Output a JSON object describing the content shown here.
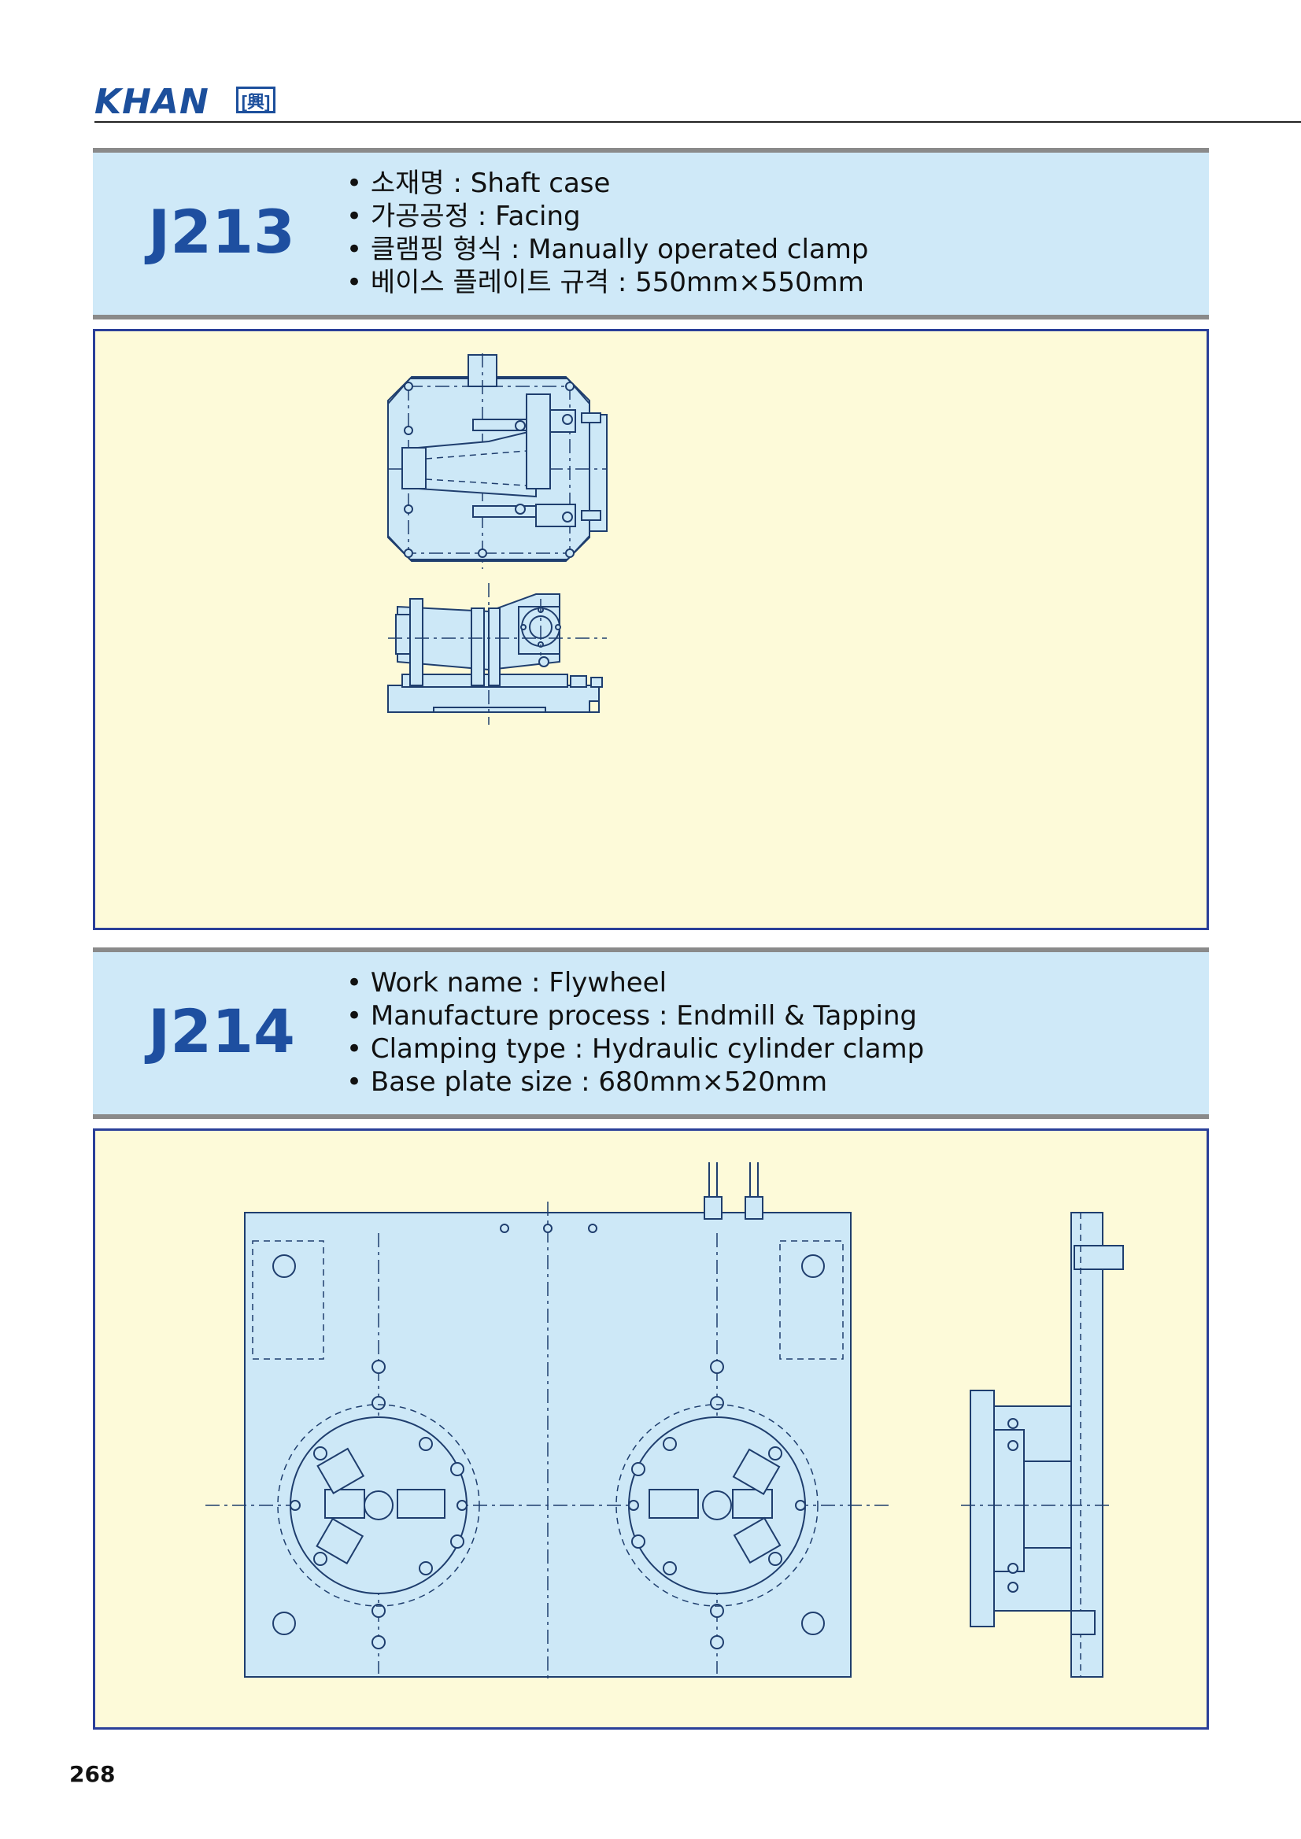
{
  "header": {
    "brand": "KHAN",
    "brand_mark": "[興]"
  },
  "sections": [
    {
      "code": "J213",
      "specs": [
        "소재명 : Shaft case",
        "가공공정 : Facing",
        "클램핑 형식 : Manually operated clamp",
        "베이스 플레이트 규격 : 550mm×550mm"
      ],
      "drawing": "shaft-case-fixture"
    },
    {
      "code": "J214",
      "specs": [
        "Work name : Flywheel",
        "Manufacture process : Endmill & Tapping",
        "Clamping type : Hydraulic cylinder clamp",
        "Base plate size : 680mm×520mm"
      ],
      "drawing": "flywheel-fixture"
    }
  ],
  "page_number": "268",
  "colors": {
    "accent": "#1e4fa0",
    "spec_bg": "#cfe9f8",
    "figure_bg": "#fdfad9",
    "frame": "#2a3f99",
    "part": "#cde8f7"
  }
}
